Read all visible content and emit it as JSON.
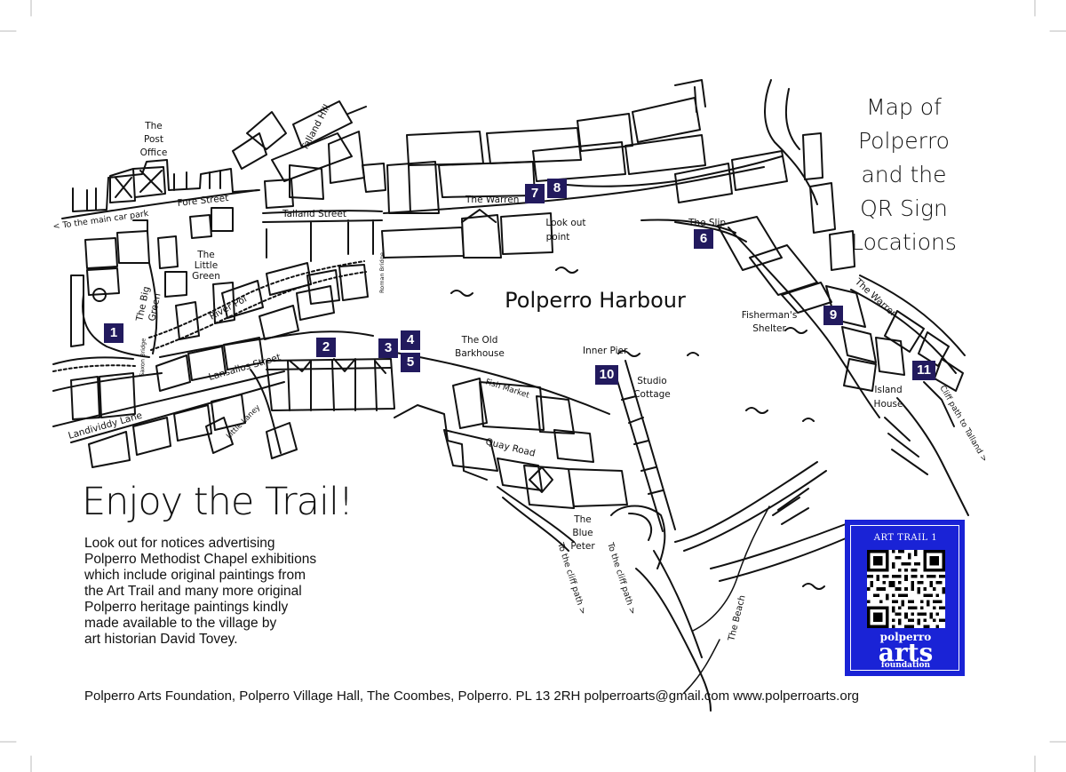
{
  "title": [
    "Map of",
    "Polperro",
    "and the",
    "QR Sign",
    "Locations"
  ],
  "harbour_label": "Polperro Harbour",
  "labels": {
    "post_office": [
      "The",
      "Post",
      "Office"
    ],
    "talland_hill": "Talland Hill",
    "fore_street": "Fore Street",
    "main_car_park": "< To the main car park",
    "talland_street": "Talland Street",
    "little_green": [
      "The",
      "Little",
      "Green"
    ],
    "big_green": [
      "The Big",
      "Green"
    ],
    "river_pol": "River Pol",
    "saxon_bridge": "Saxon Bridge",
    "roman_bridge": "Roman Bridge",
    "lansallos_street": "Lansallos Street",
    "landividdy_lane": "Landividdy Lane",
    "little_laney": "Little Laney",
    "the_warren_top": "The Warren",
    "lookout_point": [
      "Look out",
      "point"
    ],
    "the_slip": "The Slip",
    "the_warren_right": "The Warren",
    "fishermans_shelter": [
      "Fisherman's",
      "Shelter"
    ],
    "old_barkhouse": [
      "The Old",
      "Barkhouse"
    ],
    "fish_market": "Fish Market",
    "inner_pier": "Inner Pier",
    "studio_cottage": [
      "Studio",
      "Cottage"
    ],
    "island_house": [
      "Island",
      "House"
    ],
    "cliff_path_talland": "Cliff path to Talland >",
    "quay_road": "Quay Road",
    "blue_peter": [
      "The",
      "Blue",
      "Peter"
    ],
    "cliff_path_1": "To the cliff path >",
    "cliff_path_2": "To the cliff path >",
    "the_beach": "The Beach"
  },
  "markers": [
    "1",
    "2",
    "3",
    "4",
    "5",
    "6",
    "7",
    "8",
    "9",
    "10",
    "11"
  ],
  "enjoy_heading": "Enjoy the Trail!",
  "blurb_lines": [
    "Look out for notices advertising",
    "Polperro Methodist Chapel exhibitions",
    "which include original paintings from",
    "the Art Trail and many more original",
    "Polperro heritage paintings kindly",
    "made available to the village by",
    "art historian David Tovey."
  ],
  "qr_panel": {
    "title": "ART TRAIL 1",
    "brand_top": "polperro",
    "brand_main": "arts",
    "brand_bottom": "foundation",
    "bg_color": "#1a23d6"
  },
  "footer": "Polperro Arts Foundation, Polperro Village Hall, The Coombes, Polperro. PL 13 2RH  polperroarts@gmail.com  www.polperroarts.org",
  "colors": {
    "marker": "#221a5e",
    "ink": "#111111"
  }
}
